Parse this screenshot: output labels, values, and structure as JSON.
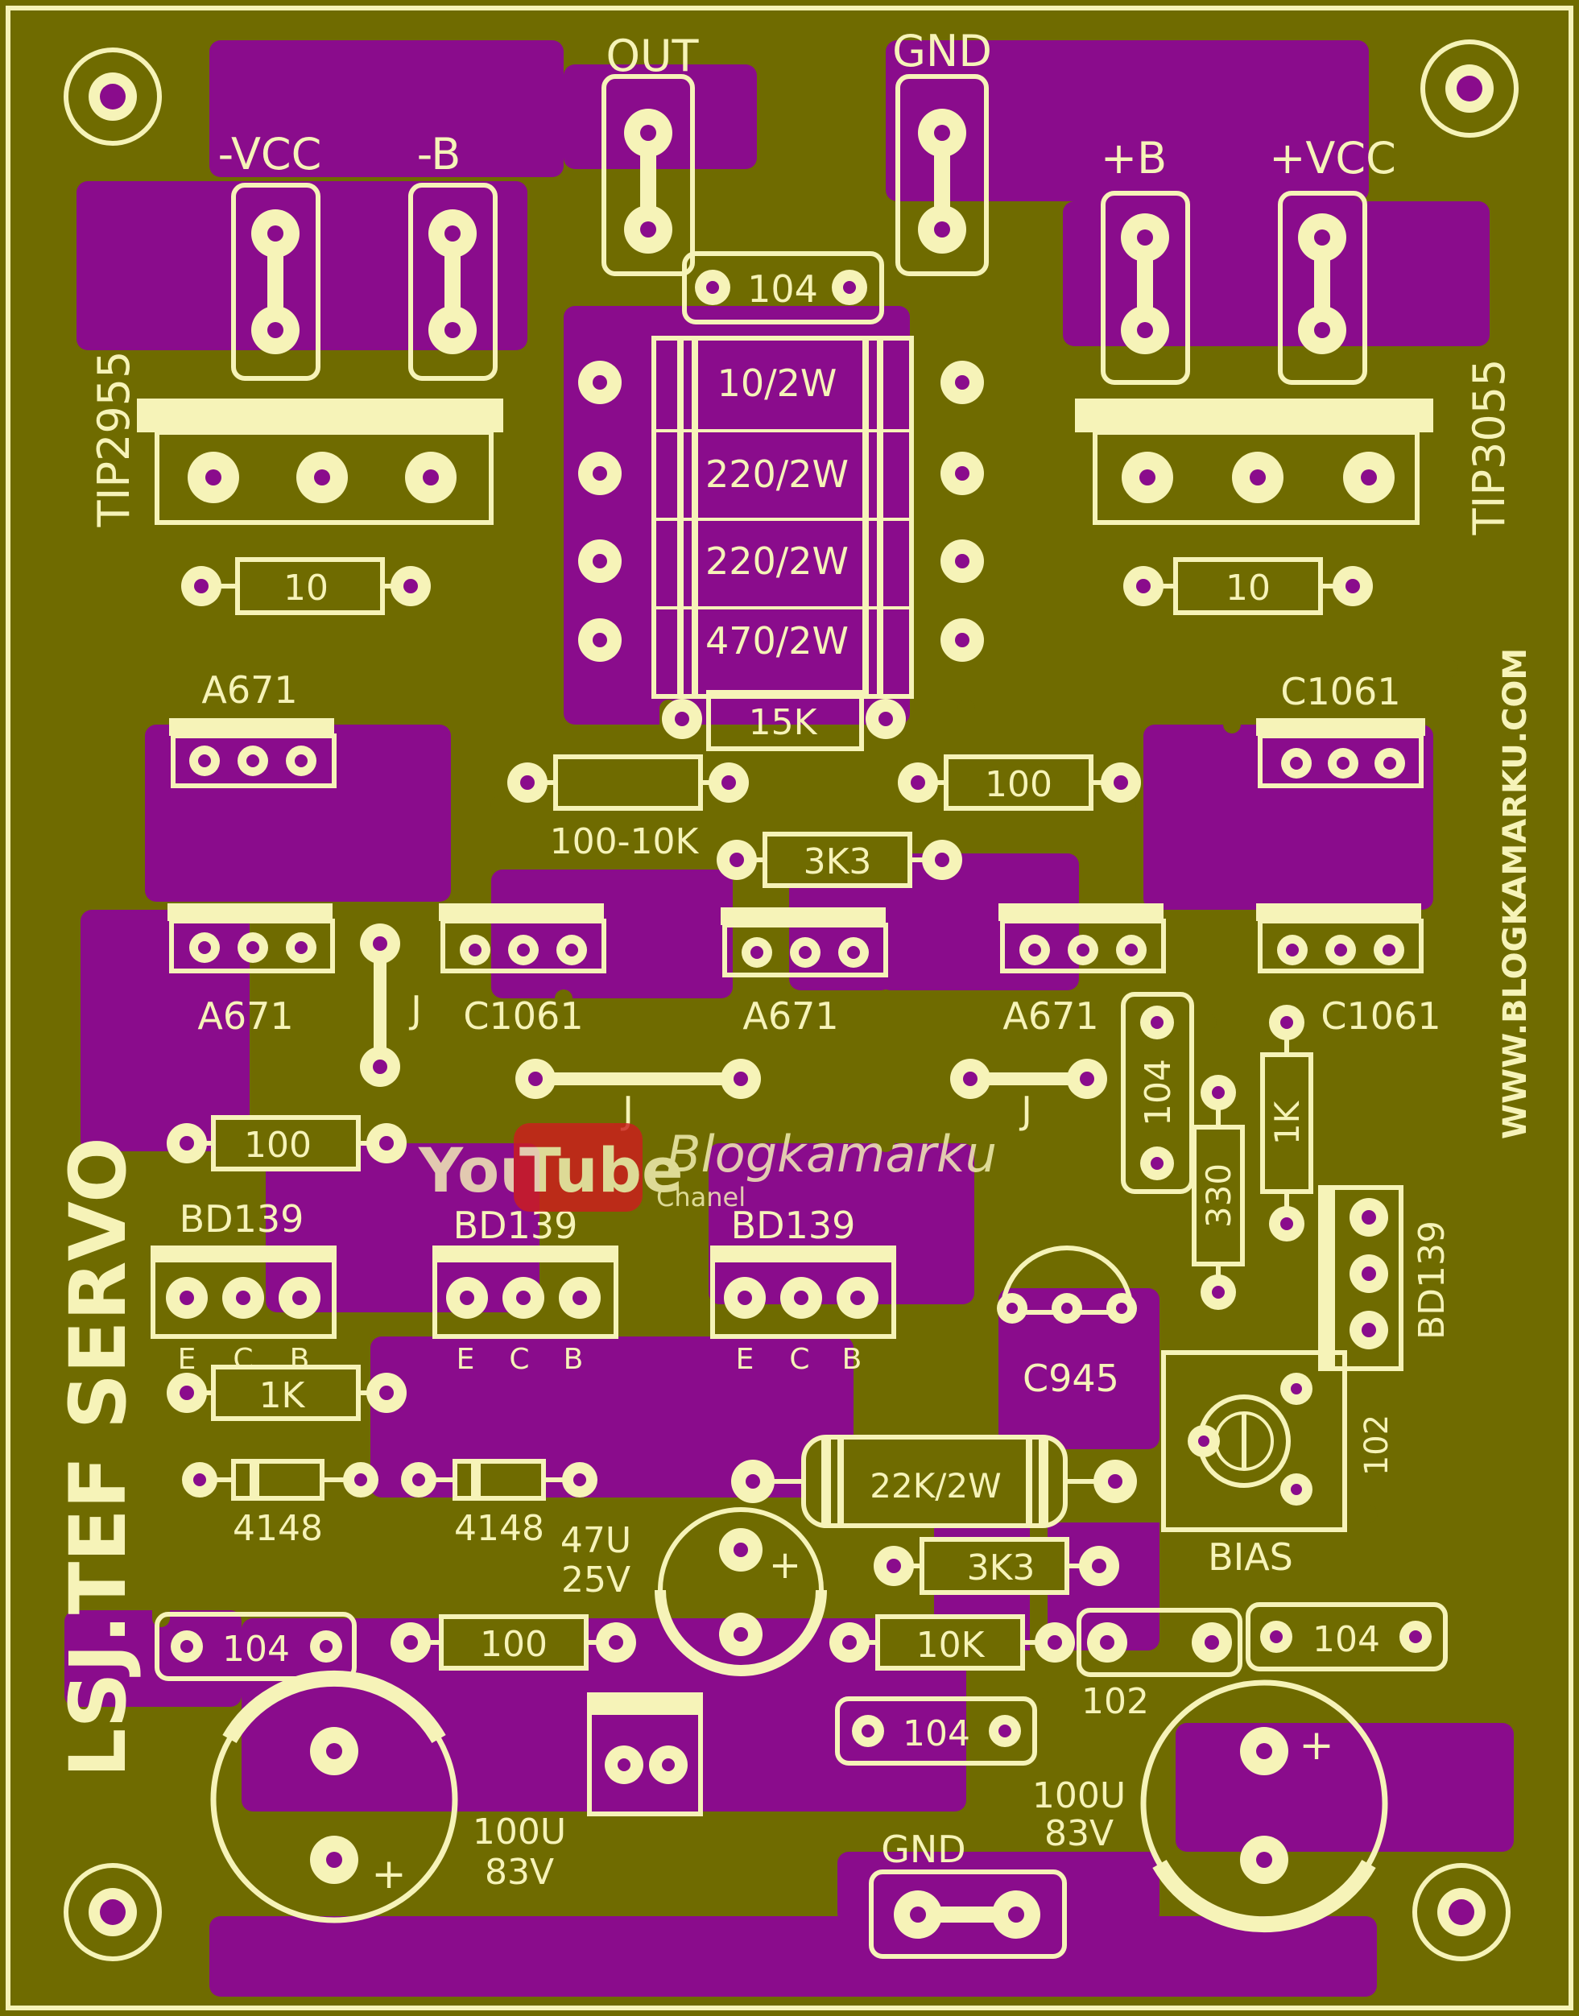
{
  "colors": {
    "board": "#6f6b00",
    "copper": "#8a0c8c",
    "silk": "#f6f3b8",
    "pad": "#f6f3b8",
    "drill": "#8a0c8c",
    "logo_red": "#cc1e1e"
  },
  "connectors": {
    "out": "OUT",
    "gnd_top": "GND",
    "neg_vcc": "-VCC",
    "neg_b": "-B",
    "pos_b": "+B",
    "pos_vcc": "+VCC",
    "gnd_bottom": "GND"
  },
  "transistors": {
    "tip_left": "TIP2955",
    "tip_right": "TIP3055",
    "a671_1": "A671",
    "a671_2": "A671",
    "a671_3": "A671",
    "a671_4": "A671",
    "c1061_1": "C1061",
    "c1061_2": "C1061",
    "c1061_3": "C1061",
    "bd139_1": "BD139",
    "bd139_2": "BD139",
    "bd139_3": "BD139",
    "bd139_4": "BD139",
    "c945": "C945",
    "pin_e": "E",
    "pin_c": "C",
    "pin_b": "B"
  },
  "resistors": {
    "r_10_2w": "10/2W",
    "r_220_2w_a": "220/2W",
    "r_220_2w_b": "220/2W",
    "r_470_2w": "470/2W",
    "r_15k": "15K",
    "r_10_left": "10",
    "r_10_right": "10",
    "r_100_10k": "100-10K",
    "r_100_mid": "100",
    "r_3k3_mid": "3K3",
    "r_100_left": "100",
    "r_1k_left": "1K",
    "r_1k_right": "1K",
    "r_330": "330",
    "r_22k_2w": "22K/2W",
    "r_3k3_bottom": "3K3",
    "r_100_bottom": "100",
    "r_10k_bottom": "10K"
  },
  "capacitors": {
    "c104_top": "104",
    "c104_vertical": "104",
    "c104_bl": "104",
    "c104_br": "104",
    "c104_bc": "104",
    "c102_bottom": "102",
    "c47u_value": "47U",
    "c47u_voltage": "25V",
    "c100u_left_value": "100U",
    "c100u_left_voltage": "83V",
    "c100u_right_value": "100U",
    "c100u_right_voltage": "83V",
    "plus_sign": "+"
  },
  "diodes": {
    "d1": "4148",
    "d2": "4148"
  },
  "misc": {
    "jumper_1": "J",
    "jumper_2": "J",
    "jumper_3": "J",
    "bias_label": "BIAS",
    "trimpot_value": "102"
  },
  "board_title": "LSJ.TEF SERVO",
  "website": "WWW.BLOGKAMARKU.COM",
  "watermark": {
    "you": "You",
    "tube": "Tube",
    "channel": "Blogkamarku",
    "sub": "Chanel"
  }
}
